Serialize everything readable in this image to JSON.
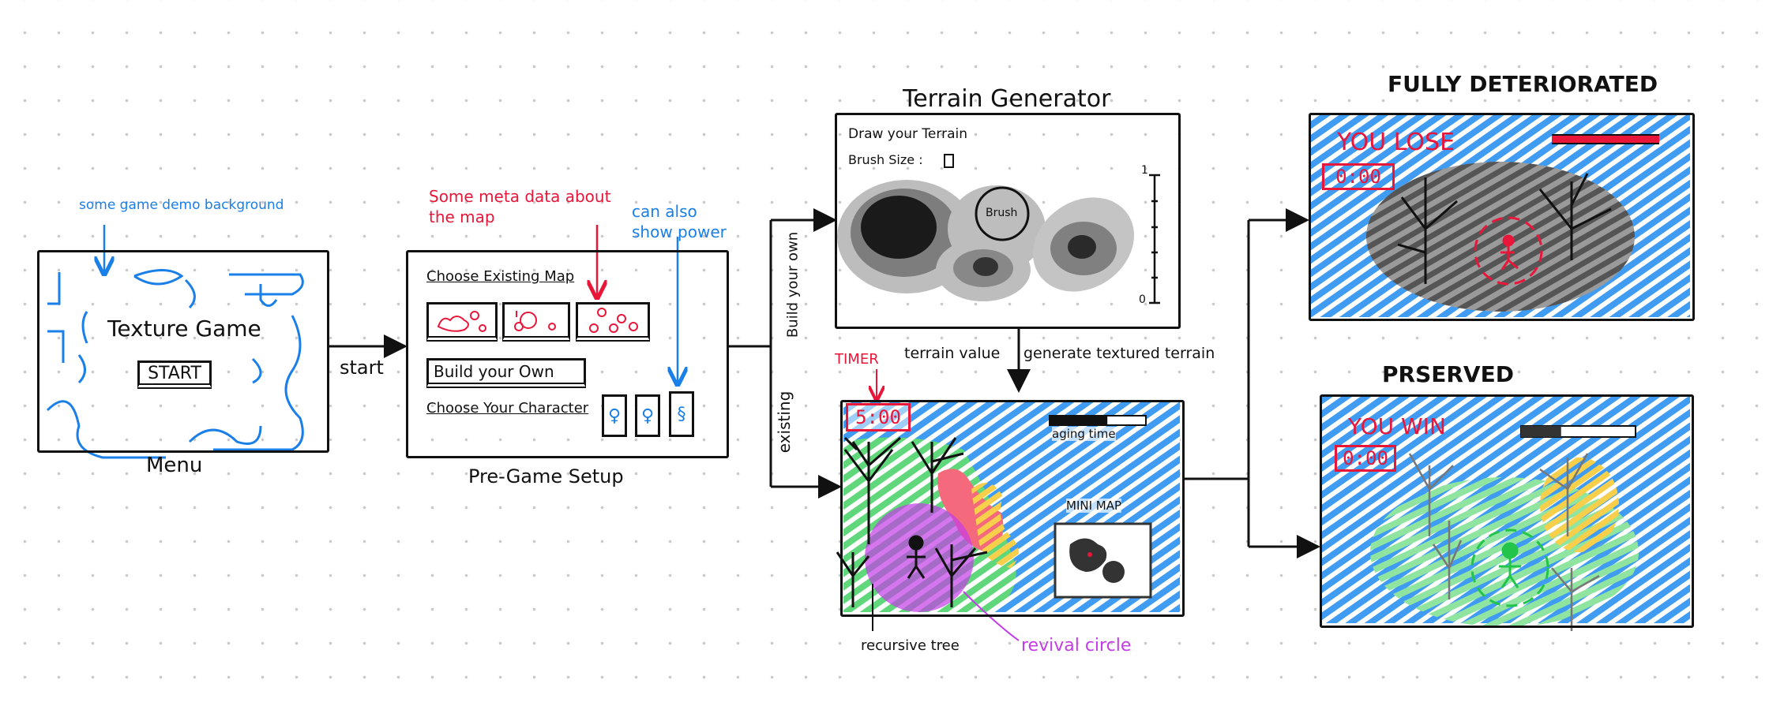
{
  "colors": {
    "ink": "#111111",
    "red": "#e8173a",
    "blue": "#1a7fe8",
    "green": "#38c95a",
    "magenta": "#c43ce8",
    "yellow": "#f7cf4a",
    "gray": "#7a7a7a"
  },
  "menu": {
    "annotation": "some game demo background",
    "title": "Texture Game",
    "start_button": "START",
    "caption": "Menu"
  },
  "transition_start": "start",
  "pregame": {
    "annotation_meta": "Some meta data about the map",
    "annotation_power": "can also show power",
    "choose_map": "Choose Existing Map",
    "build_own": "Build your Own",
    "choose_character": "Choose Your Character",
    "caption": "Pre-Game Setup",
    "map_count": 3,
    "character_count": 3
  },
  "branches": {
    "build": "Build your own",
    "existing": "existing"
  },
  "terrain_generator": {
    "title": "Terrain Generator",
    "instruction": "Draw your Terrain",
    "brush_size_label": "Brush Size :",
    "brush_label": "Brush",
    "scale_max": "1",
    "scale_min": "0"
  },
  "flow_labels": {
    "timer": "TIMER",
    "terrain_value": "terrain value",
    "generate": "generate textured terrain"
  },
  "game": {
    "timer": "5:00",
    "aging_label": "aging time",
    "aging_progress": 0.6,
    "minimap_label": "MINI MAP",
    "tree_label": "recursive tree",
    "revival_label": "revival circle"
  },
  "lose": {
    "title": "FULLY DETERIORATED",
    "message": "YOU LOSE",
    "timer": "0:00",
    "bar_progress": 1.0
  },
  "win": {
    "title": "PRSERVED",
    "message": "YOU WIN",
    "timer": "0:00",
    "bar_progress": 0.35
  }
}
